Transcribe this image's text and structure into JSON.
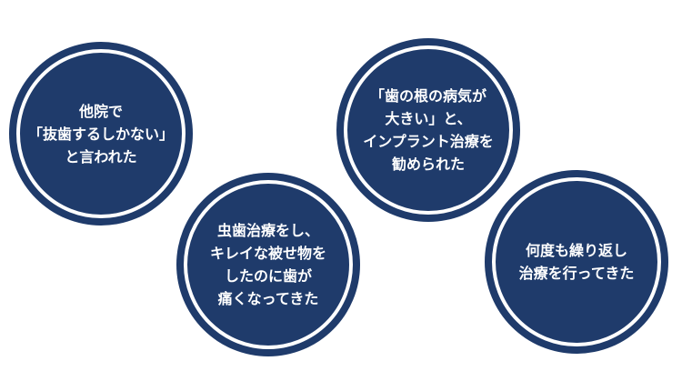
{
  "colors": {
    "circle_fill": "#1f3b6b",
    "ring": "#ffffff",
    "text": "#ffffff",
    "background": "#ffffff"
  },
  "circles": [
    {
      "lines": [
        "他院で",
        "「抜歯するしかない」",
        "と言われた"
      ]
    },
    {
      "lines": [
        "虫歯治療をし、",
        "キレイな被せ物を",
        "したのに歯が",
        "痛くなってきた"
      ]
    },
    {
      "lines": [
        "「歯の根の病気が",
        "大きい」と、",
        "インプラント治療を",
        "勧められた"
      ]
    },
    {
      "lines": [
        "何度も繰り返し",
        "治療を行ってきた"
      ]
    }
  ]
}
